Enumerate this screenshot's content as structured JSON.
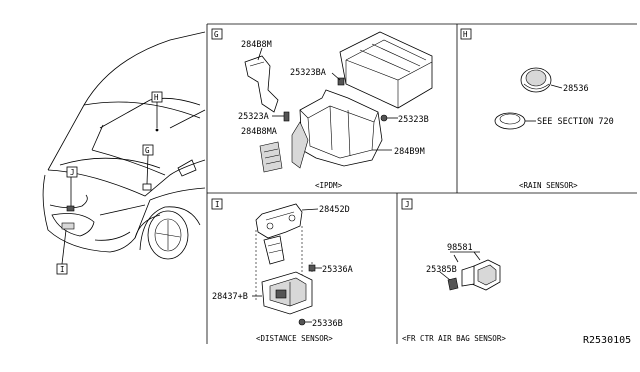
{
  "panels": {
    "G": {
      "tag": "G",
      "caption": "<IPDM>"
    },
    "H": {
      "tag": "H",
      "caption": "<RAIN SENSOR>"
    },
    "I": {
      "tag": "I",
      "caption": "<DISTANCE SENSOR>"
    },
    "J": {
      "tag": "J",
      "caption": "<FR CTR AIR BAG SENSOR>"
    }
  },
  "car_callouts": [
    "H",
    "G",
    "J",
    "I"
  ],
  "parts": {
    "g_284B8M": "284B8M",
    "g_25323BA": "25323BA",
    "g_25323A": "25323A",
    "g_284B8MA": "284B8MA",
    "g_25323B": "25323B",
    "g_284B9M": "284B9M",
    "h_28536": "28536",
    "h_see_section": "SEE SECTION 720",
    "i_28452D": "28452D",
    "i_25336A": "25336A",
    "i_28437B": "28437+B",
    "i_25336B": "25336B",
    "j_98581": "98581",
    "j_25385B": "25385B"
  },
  "reference_code": "R2530105"
}
